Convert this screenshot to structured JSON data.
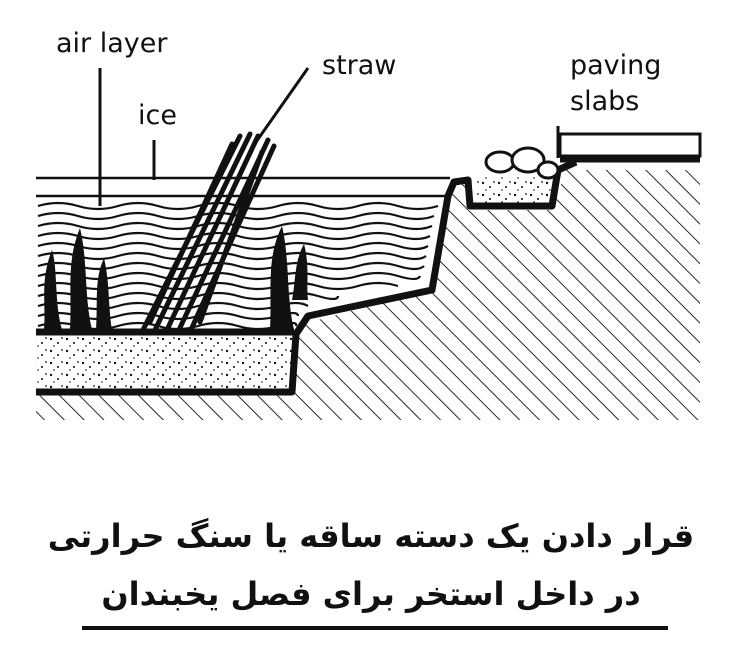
{
  "labels": {
    "air_layer": "air layer",
    "ice": "ice",
    "straw": "straw",
    "paving_1": "paving",
    "paving_2": "slabs"
  },
  "caption": {
    "line1": "قرار دادن یک دسته ساقه یا سنگ حرارتی",
    "line2": "در داخل استخر برای فصل یخبندان"
  },
  "colors": {
    "ink": "#111111",
    "paper": "#ffffff"
  }
}
